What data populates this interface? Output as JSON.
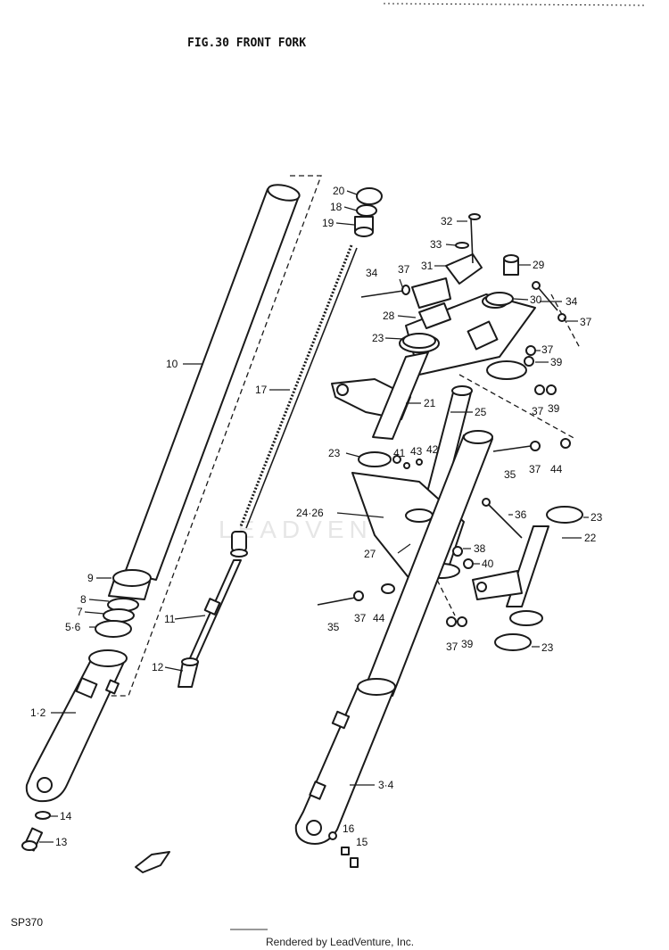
{
  "header": {
    "title": "FIG.30  FRONT FORK"
  },
  "code": "SP370",
  "footer": "Rendered by LeadVenture, Inc.",
  "watermark": "LEADVENTURE",
  "labels": {
    "l1_2": "1·2",
    "l3_4": "3·4",
    "l5_6": "5·6",
    "l7": "7",
    "l8": "8",
    "l9": "9",
    "l10": "10",
    "l11": "11",
    "l12": "12",
    "l13": "13",
    "l14": "14",
    "l15": "15",
    "l16": "16",
    "l17": "17",
    "l18": "18",
    "l19": "19",
    "l20": "20",
    "l21": "21",
    "l22": "22",
    "l23a": "23",
    "l23b": "23",
    "l23c": "23",
    "l23d": "23",
    "l24_26": "24·26",
    "l25": "25",
    "l27": "27",
    "l28": "28",
    "l29": "29",
    "l30": "30",
    "l31": "31",
    "l32": "32",
    "l33": "33",
    "l34a": "34",
    "l34b": "34",
    "l35a": "35",
    "l35b": "35",
    "l36": "36",
    "l37a": "37",
    "l37b": "37",
    "l37c": "37",
    "l37d": "37",
    "l37e": "37",
    "l37f": "37",
    "l38": "38",
    "l39a": "39",
    "l39b": "39",
    "l39c": "39",
    "l40": "40",
    "l41": "41",
    "l42": "42",
    "l43": "43",
    "l44a": "44",
    "l44b": "44"
  }
}
